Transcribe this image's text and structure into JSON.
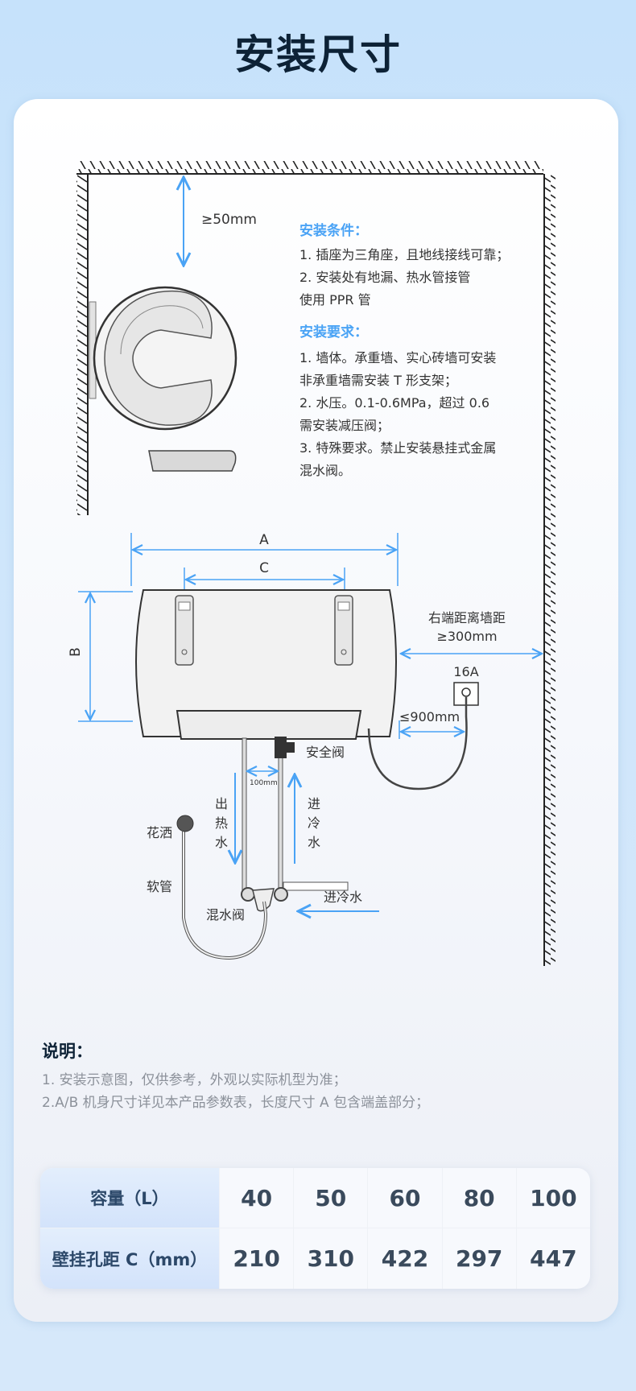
{
  "title": "安装尺寸",
  "diagram": {
    "top_clearance": "≥50mm",
    "conditions_title": "安装条件：",
    "conditions": [
      "1. 插座为三角座，且地线接线可靠；",
      "2. 安装处有地漏、热水管接管",
      "使用 PPR 管"
    ],
    "requirements_title": "安装要求：",
    "requirements": [
      "1. 墙体。承重墙、实心砖墙可安装",
      "非承重墙需安装 T 形支架；",
      "2. 水压。0.1-0.6MPa，超过 0.6",
      "需安装减压阀；",
      "3. 特殊要求。禁止安装悬挂式金属",
      "混水阀。"
    ],
    "dim_a": "A",
    "dim_b": "B",
    "dim_c": "C",
    "right_wall_label": "右端距离墙距",
    "right_wall_value": "≥300mm",
    "socket": "16A",
    "socket_distance": "≤900mm",
    "safety_valve": "安全阀",
    "pipe_gap": "100mm",
    "hot_out": [
      "出",
      "热",
      "水"
    ],
    "cold_in": [
      "进",
      "冷",
      "水"
    ],
    "shower": "花洒",
    "hose": "软管",
    "mixer": "混水阀",
    "cold_inlet": "进冷水",
    "accent_color": "#4aa3f5"
  },
  "notes": {
    "title": "说明：",
    "lines": [
      "1. 安装示意图，仅供参考，外观以实际机型为准；",
      "2.A/B 机身尺寸详见本产品参数表，长度尺寸 A 包含端盖部分；"
    ]
  },
  "table": {
    "row_headers": [
      "容量（L）",
      "壁挂孔距 C（mm）"
    ],
    "capacity": [
      "40",
      "50",
      "60",
      "80",
      "100"
    ],
    "hole_distance": [
      "210",
      "310",
      "422",
      "297",
      "447"
    ]
  }
}
